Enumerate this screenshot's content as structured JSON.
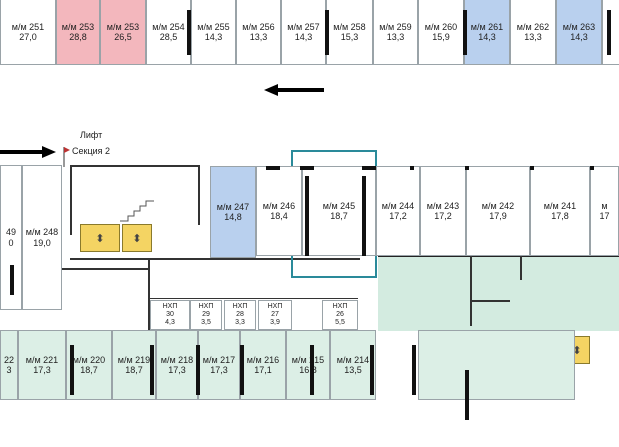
{
  "top_row": [
    {
      "label": "м/м 251",
      "area": "27,0",
      "color": "white"
    },
    {
      "label": "м/м 253",
      "area": "28,8",
      "color": "red"
    },
    {
      "label": "м/м 253",
      "area": "26,5",
      "color": "red"
    },
    {
      "label": "м/м 254",
      "area": "28,5",
      "color": "white"
    },
    {
      "label": "м/м 255",
      "area": "14,3",
      "color": "white"
    },
    {
      "label": "м/м 256",
      "area": "13,3",
      "color": "white"
    },
    {
      "label": "м/м 257",
      "area": "14,3",
      "color": "white"
    },
    {
      "label": "м/м 258",
      "area": "15,3",
      "color": "white"
    },
    {
      "label": "м/м 259",
      "area": "13,3",
      "color": "white"
    },
    {
      "label": "м/м 260",
      "area": "15,9",
      "color": "white"
    },
    {
      "label": "м/м 261",
      "area": "14,3",
      "color": "blue"
    },
    {
      "label": "м/м 262",
      "area": "13,3",
      "color": "white"
    },
    {
      "label": "м/м 263",
      "area": "14,3",
      "color": "blue"
    },
    {
      "label": "",
      "area": "",
      "color": "white"
    }
  ],
  "middle_row": [
    {
      "label": "49",
      "area": "0",
      "color": "white"
    },
    {
      "label": "м/м 248",
      "area": "19,0",
      "color": "white"
    },
    {
      "label": "м/м 247",
      "area": "14,8",
      "color": "blue"
    },
    {
      "label": "м/м 246",
      "area": "18,4",
      "color": "white"
    },
    {
      "label": "м/м 245",
      "area": "18,7",
      "color": "white"
    },
    {
      "label": "м/м 244",
      "area": "17,2",
      "color": "white"
    },
    {
      "label": "м/м 243",
      "area": "17,2",
      "color": "white"
    },
    {
      "label": "м/м 242",
      "area": "17,9",
      "color": "white"
    },
    {
      "label": "м/м 241",
      "area": "17,8",
      "color": "white"
    },
    {
      "label": "м",
      "area": "17",
      "color": "white"
    }
  ],
  "storage_rooms": [
    {
      "label": "НХП",
      "number": "30",
      "area": "4,3"
    },
    {
      "label": "НХП",
      "number": "29",
      "area": "3,5"
    },
    {
      "label": "НХП",
      "number": "28",
      "area": "3,3"
    },
    {
      "label": "НХП",
      "number": "27",
      "area": "3,9"
    },
    {
      "label": "НХП",
      "number": "26",
      "area": "5,5"
    }
  ],
  "bottom_row": [
    {
      "label": "22",
      "area": "3"
    },
    {
      "label": "м/м 221",
      "area": "17,3"
    },
    {
      "label": "м/м 220",
      "area": "18,7"
    },
    {
      "label": "м/м 219",
      "area": "18,7"
    },
    {
      "label": "м/м 218",
      "area": "17,3"
    },
    {
      "label": "м/м 217",
      "area": "17,3"
    },
    {
      "label": "м/м 216",
      "area": "17,1"
    },
    {
      "label": "м/м 215",
      "area": "16,8"
    },
    {
      "label": "м/м 214",
      "area": "13,5"
    },
    {
      "label": "",
      "area": ""
    }
  ],
  "labels": {
    "lift": "Лифт",
    "section": "Секция 2"
  },
  "lift_icon": "⬍",
  "colors": {
    "red": "#f3b7bd",
    "blue": "#b9d0ee",
    "green": "#d3ebe0",
    "lift": "#f4d463",
    "highlight": "#2a8a9a"
  }
}
